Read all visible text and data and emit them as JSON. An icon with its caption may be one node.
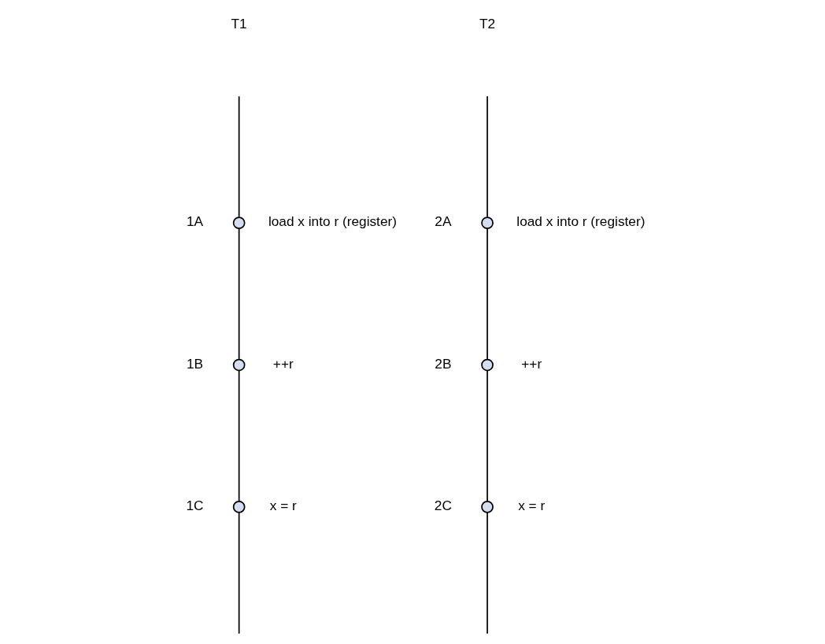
{
  "diagram": {
    "nodes": [
      {
        "text": [],
        "shape": "circle",
        "beside": [
          "1A",
          "load x into r (register)"
        ]
      },
      {
        "text": [],
        "shape": "circle",
        "beside": [
          "1B",
          "++r"
        ]
      },
      {
        "text": [],
        "shape": "circle",
        "beside": [
          "1C",
          "x = r"
        ]
      },
      {
        "text": [],
        "shape": "circle",
        "beside": [
          "2A",
          "load x into r (register)"
        ]
      },
      {
        "text": [],
        "shape": "circle",
        "beside": [
          "2B",
          "++r"
        ]
      },
      {
        "text": [],
        "shape": "circle",
        "beside": [
          "2C",
          "x = r"
        ]
      }
    ],
    "edges": [
      {
        "from": null,
        "to": 0,
        "arrow": "none"
      },
      {
        "from": 0,
        "to": 1,
        "arrow": "none"
      },
      {
        "from": 1,
        "to": 2,
        "arrow": "none"
      },
      {
        "from": 2,
        "to": null,
        "arrow": "none"
      },
      {
        "from": null,
        "to": 3,
        "arrow": "none"
      },
      {
        "from": 3,
        "to": 4,
        "arrow": "none"
      },
      {
        "from": 4,
        "to": 5,
        "arrow": "none"
      },
      {
        "from": 5,
        "to": null,
        "arrow": "none"
      }
    ],
    "labels": [
      "T1",
      "T2"
    ]
  }
}
